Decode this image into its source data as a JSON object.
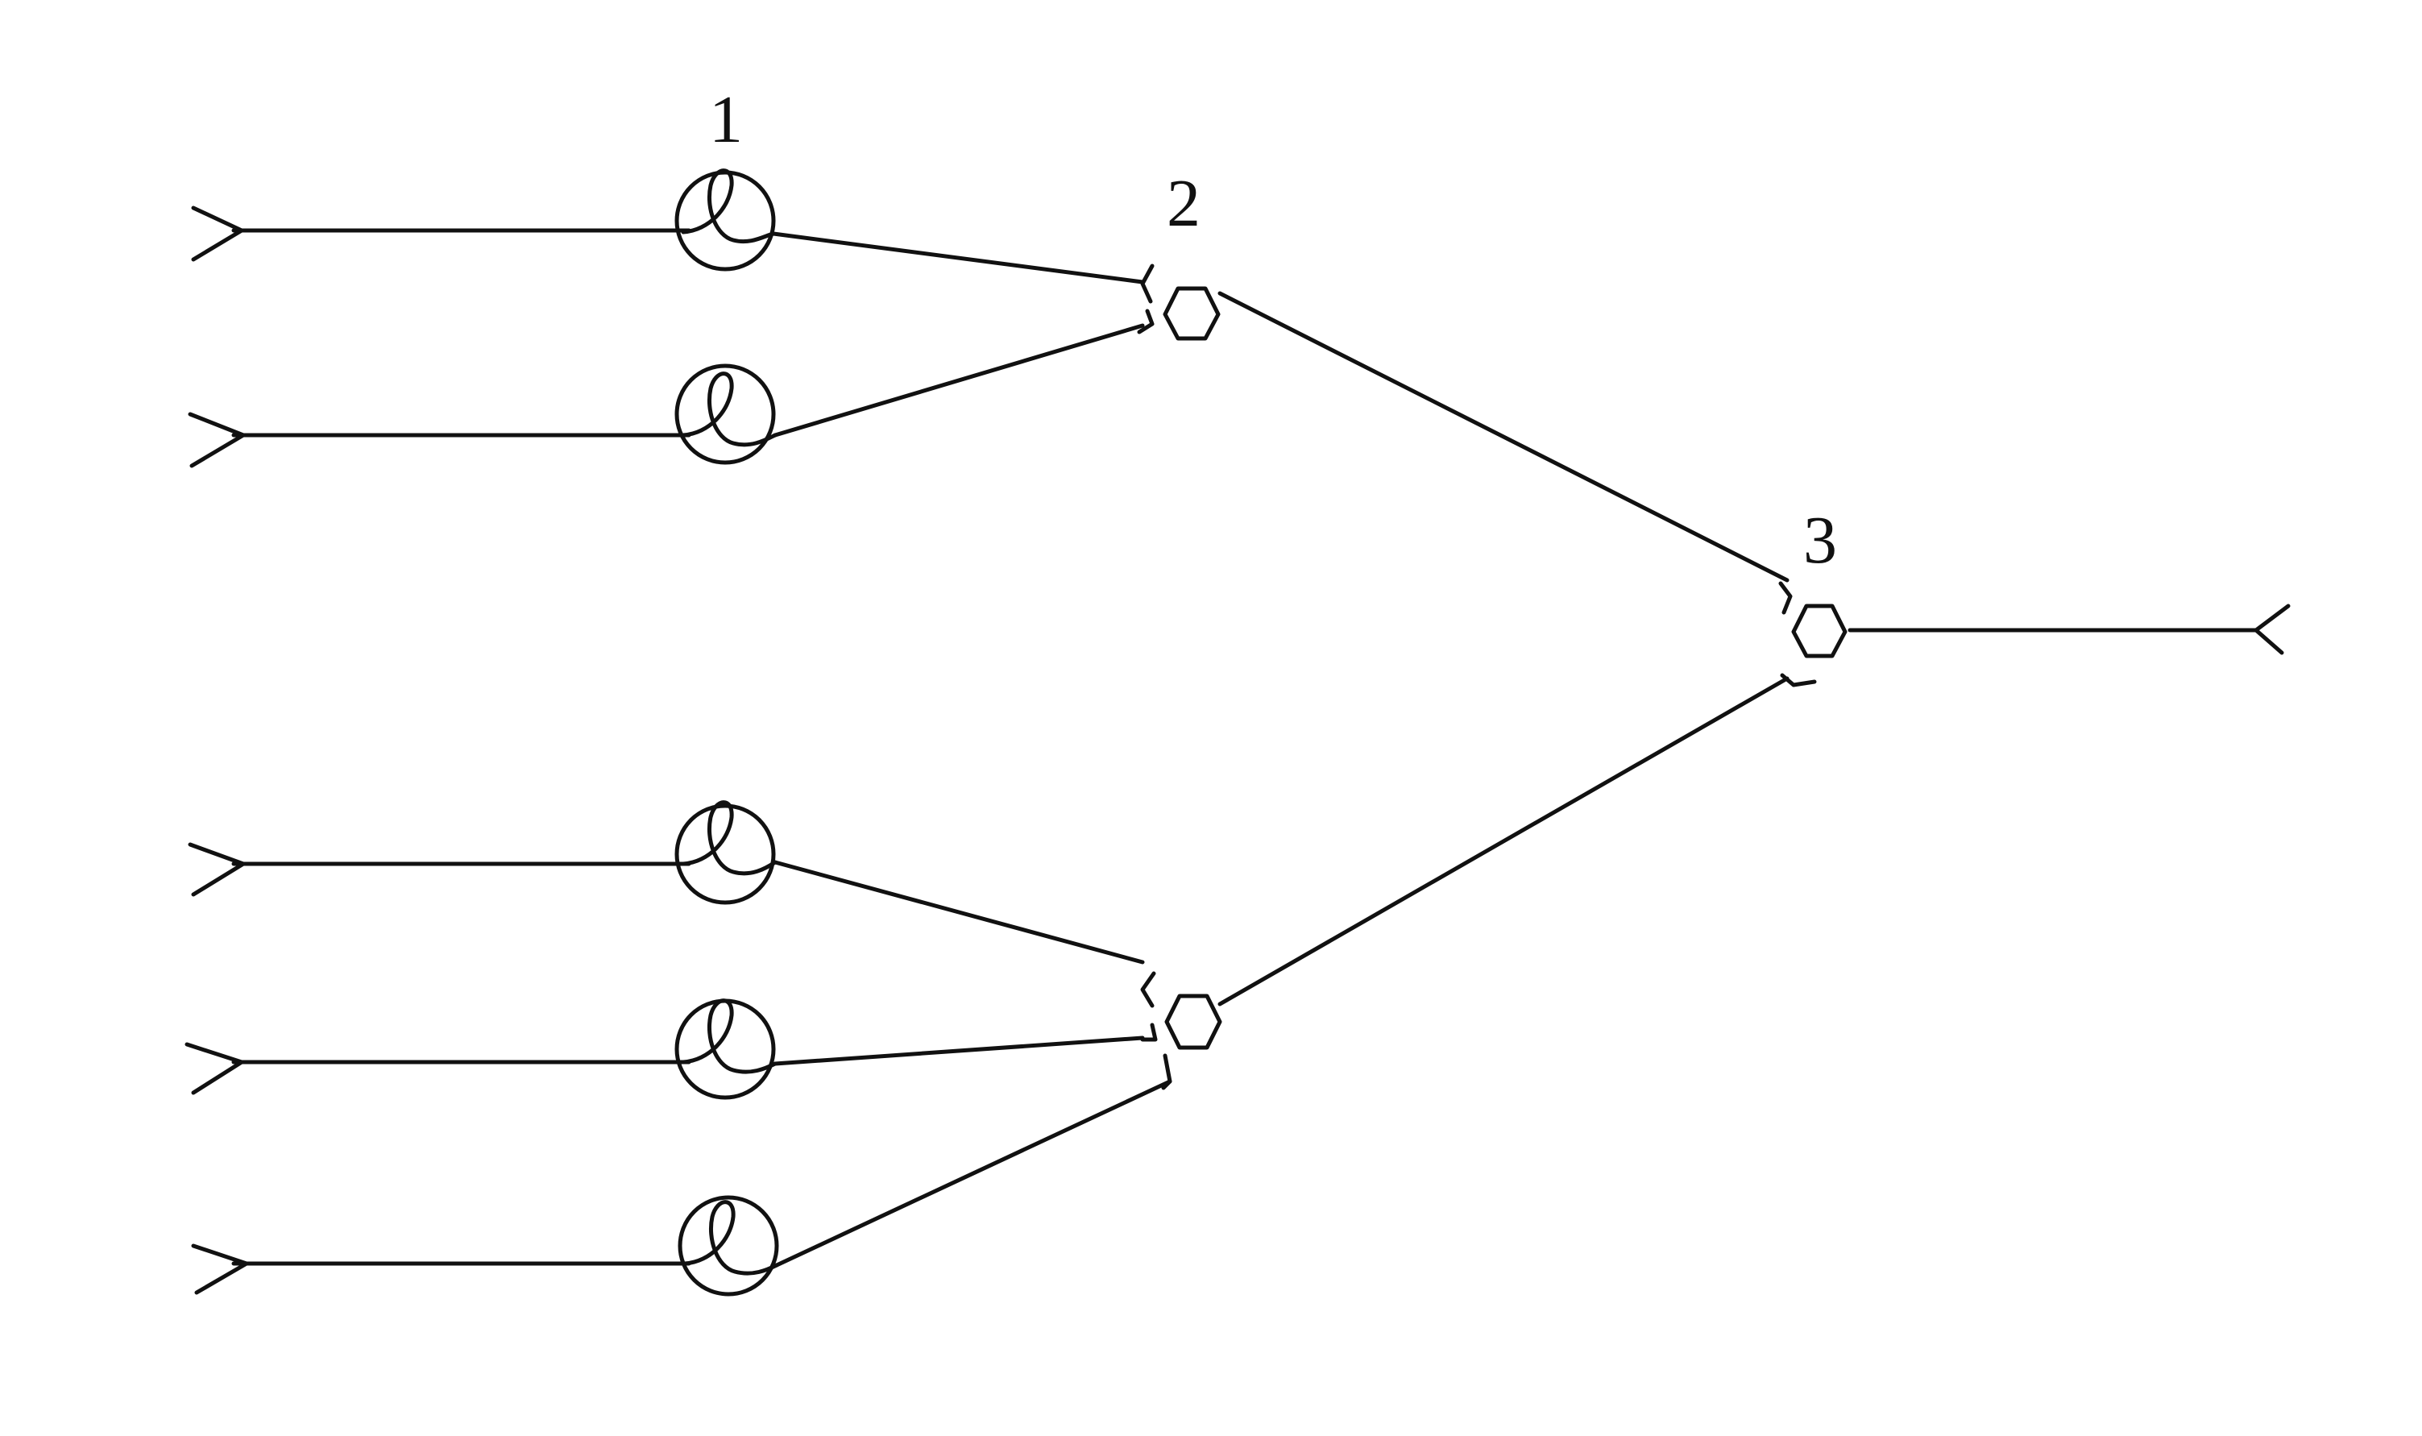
{
  "colors": {
    "ink": "#111111",
    "background": "#ffffff"
  },
  "labels": {
    "node_1": "1",
    "node_2": "2",
    "node_3": "3"
  },
  "icons": {
    "input_node": "loop-in-circle-icon",
    "merge_node": "hexagon-icon",
    "arrow": "arrowhead-icon"
  }
}
